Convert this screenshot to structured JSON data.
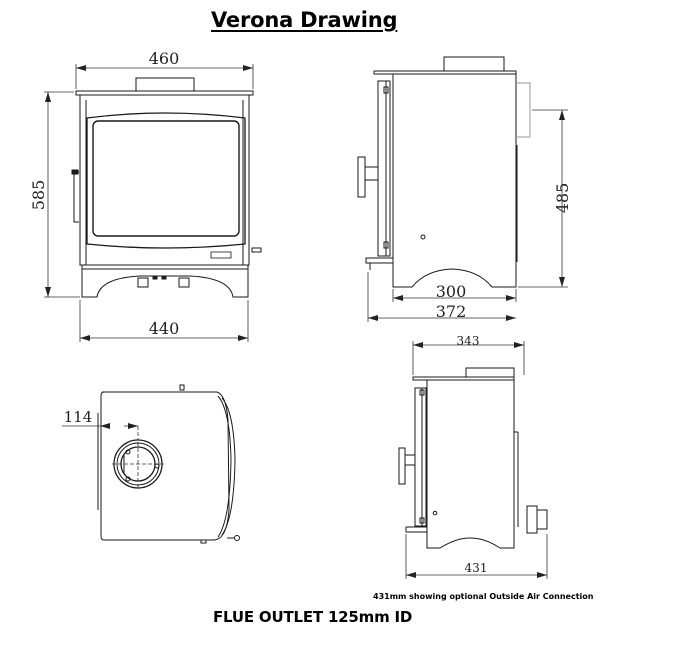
{
  "title": "Verona Drawing",
  "views": {
    "front": {
      "width_top": "460",
      "height": "585",
      "width_base": "440"
    },
    "side": {
      "height_outlet": "485",
      "depth_body": "300",
      "depth_total": "372"
    },
    "top": {
      "flue_offset": "114"
    },
    "side_air": {
      "depth_top": "343",
      "depth_with_air": "431"
    }
  },
  "notes": {
    "air_connection": "431mm showing optional Outside Air Connection",
    "flue_outlet": "FLUE OUTLET 125mm ID"
  },
  "colors": {
    "line": "#1a1a1a",
    "dimension": "#444444",
    "background": "#ffffff"
  }
}
